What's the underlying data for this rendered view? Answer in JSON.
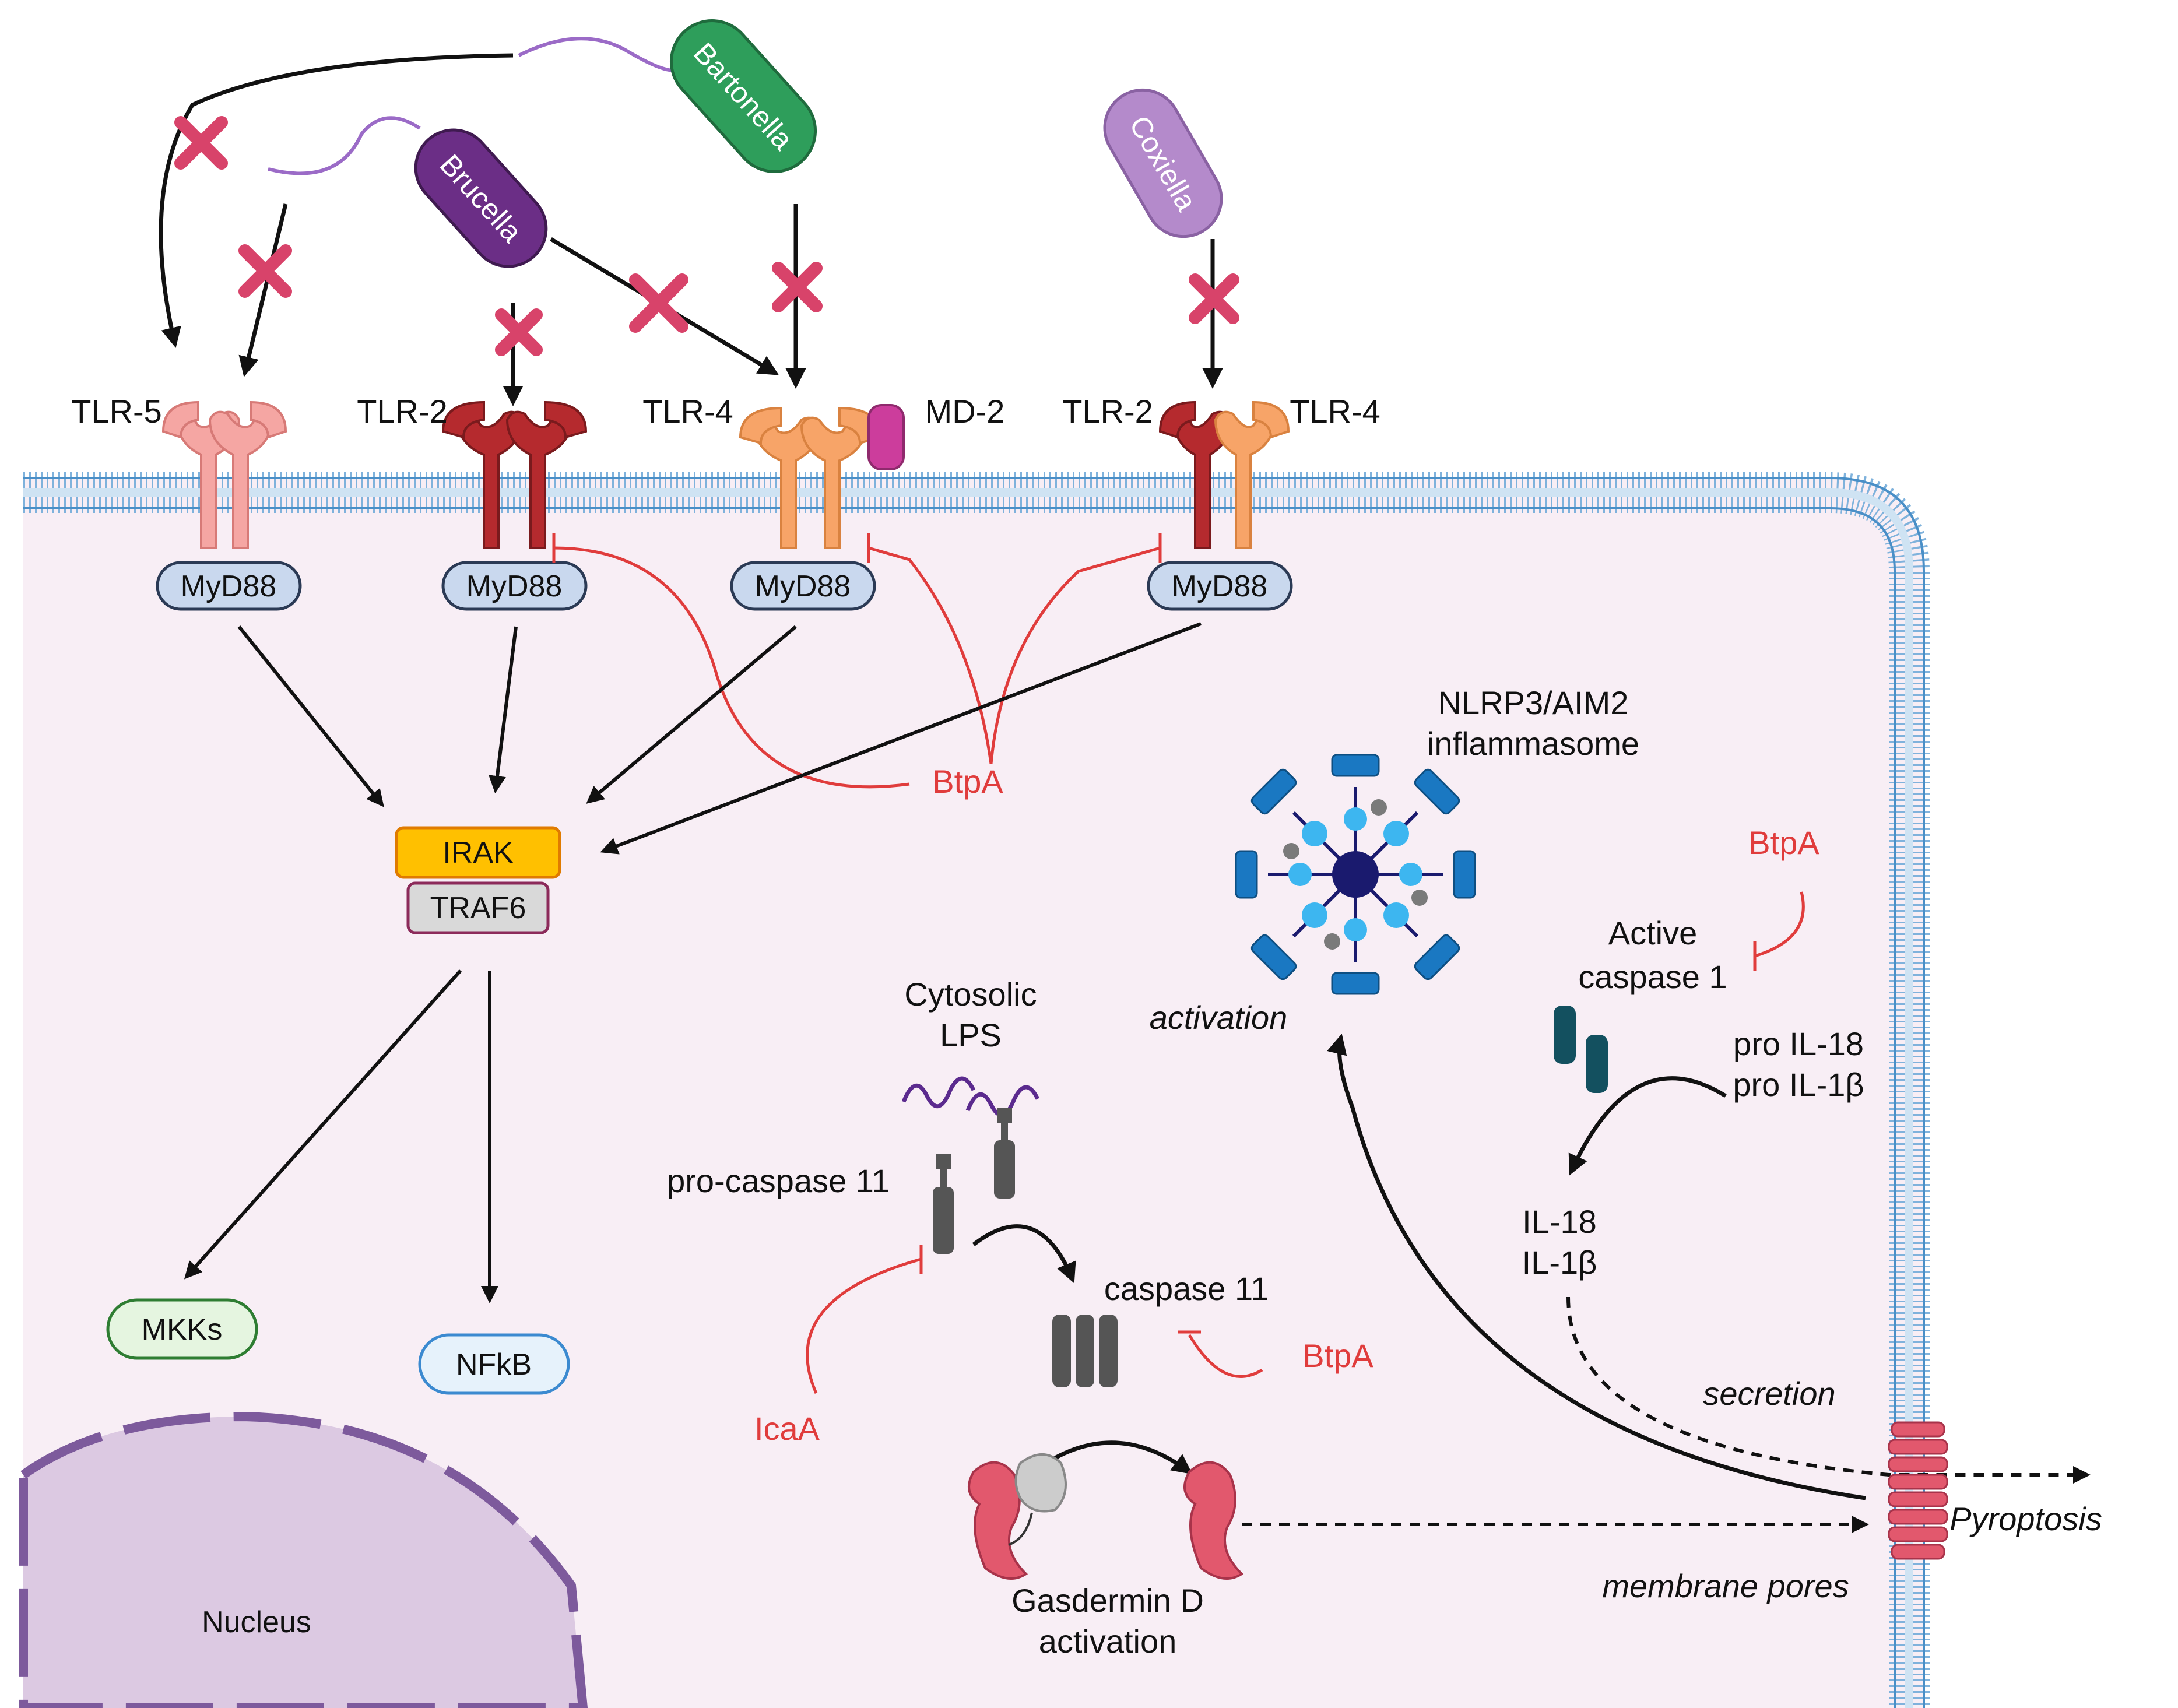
{
  "bacteria": {
    "bartonella": "Bartonella",
    "brucella": "Brucella",
    "coxiella": "Coxiella"
  },
  "receptors": {
    "tlr5": "TLR-5",
    "tlr2_a": "TLR-2",
    "tlr4_a": "TLR-4",
    "md2": "MD-2",
    "tlr2_b": "TLR-2",
    "tlr4_b": "TLR-4"
  },
  "adaptors": {
    "myd88_1": "MyD88",
    "myd88_2": "MyD88",
    "myd88_3": "MyD88",
    "myd88_4": "MyD88"
  },
  "signaling": {
    "irak": "IRAK",
    "traf6": "TRAF6",
    "mkks": "MKKs",
    "nfkb": "NFkB",
    "nucleus": "Nucleus"
  },
  "inflammasome": {
    "line1": "NLRP3/AIM2",
    "line2": "inflammasome",
    "activation": "activation"
  },
  "caspase1": {
    "line1": "Active",
    "line2": "caspase 1",
    "pro_il18": "pro IL-18",
    "pro_il1b": "pro IL-1β",
    "il18": "IL-18",
    "il1b": "IL-1β",
    "secretion": "secretion"
  },
  "caspase11": {
    "cytosolic": "Cytosolic",
    "lps": "LPS",
    "pro_casp11": "pro-caspase 11",
    "casp11": "caspase 11"
  },
  "gasdermin": {
    "line1": "Gasdermin D",
    "line2": "activation",
    "pores": "membrane pores",
    "pyroptosis": "Pyroptosis"
  },
  "inhibitors": {
    "btpa_1": "BtpA",
    "btpa_2": "BtpA",
    "btpa_3": "BtpA",
    "icaa": "IcaA"
  },
  "colors": {
    "arrow": "#111111",
    "inhibit": "#e03c3c",
    "block_x": "#d8436a",
    "tlr5": "#f5a6a3",
    "tlr2": "#b52a2e",
    "tlr4": "#f7a468",
    "md2": "#cc3d9c",
    "myd88_fill": "#c9d8ee",
    "irak_fill": "#ffc000",
    "traf6_fill": "#d9d9d9",
    "mkks_fill": "#e5f5e0",
    "nfkb_fill": "#e6f2fb",
    "bartonella": "#2e9e5b",
    "brucella": "#6b2e86",
    "coxiella": "#b48acb",
    "cytoplasm": "#f8eef5",
    "nucleus": "#dcc9e2",
    "pore": "#e2586d"
  }
}
